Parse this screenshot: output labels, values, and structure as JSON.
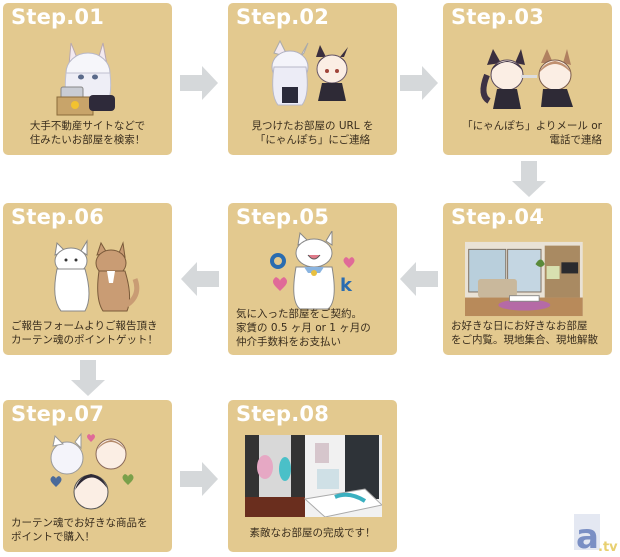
{
  "diagram": {
    "type": "flowchart",
    "layout": "3x3 grid, serpentine flow",
    "colors": {
      "card_bg": "#E3C98F",
      "title_text": "#FFFFFF",
      "body_text": "#3A2E1E",
      "arrow": "#D5D8DA"
    },
    "steps": [
      {
        "title": "Step.01",
        "text": "大手不動産サイトなどで\n住みたいお部屋を検索！",
        "image": "chibi-cat-girl-at-laptop"
      },
      {
        "title": "Step.02",
        "text": "見つけたお部屋の URL を\n「にゃんぽち」にご連絡",
        "image": "two-chibi-cat-characters"
      },
      {
        "title": "Step.03",
        "text": "「にゃんぽち」よりメール or\n電話で連絡",
        "image": "two-chibi-cat-girls-talking"
      },
      {
        "title": "Step.04",
        "text": "お好きな日にお好きなお部屋\nをご内覧。現地集合、現地解散",
        "image": "living-room-photo"
      },
      {
        "title": "Step.05",
        "text": "気に入った部屋をご契約。\n家賃の 0.5 ヶ月 or 1 ヶ月の\n仲介手数料をお支払い",
        "image": "white-cat-ok-sticker"
      },
      {
        "title": "Step.06",
        "text": "ご報告フォームよりご報告頂き\nカーテン魂のポイントゲット！",
        "image": "two-cats-sticker"
      },
      {
        "title": "Step.07",
        "text": "カーテン魂でお好きな商品を\nポイントで購入！",
        "image": "three-chibi-heads-with-hearts"
      },
      {
        "title": "Step.08",
        "text": "素敵なお部屋の完成です！",
        "image": "anime-decorated-bedroom-photo"
      }
    ],
    "arrows": [
      {
        "from": "Step.01",
        "to": "Step.02",
        "direction": "right"
      },
      {
        "from": "Step.02",
        "to": "Step.03",
        "direction": "right"
      },
      {
        "from": "Step.03",
        "to": "Step.04",
        "direction": "down"
      },
      {
        "from": "Step.04",
        "to": "Step.05",
        "direction": "left"
      },
      {
        "from": "Step.05",
        "to": "Step.06",
        "direction": "left"
      },
      {
        "from": "Step.06",
        "to": "Step.07",
        "direction": "down"
      },
      {
        "from": "Step.07",
        "to": "Step.08",
        "direction": "right"
      }
    ]
  },
  "watermark": {
    "main": "a",
    "suffix": ".tv"
  }
}
